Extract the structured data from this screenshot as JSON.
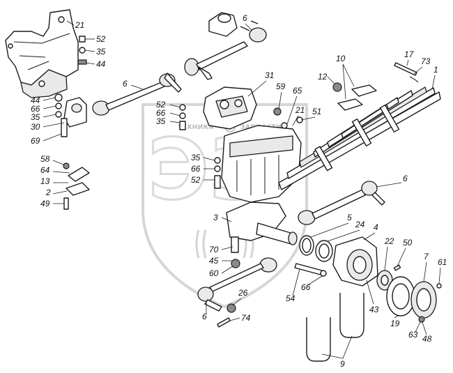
{
  "watermark": {
    "logo_letters": "ЭЗ",
    "line1": "ТЕХНИКА",
    "line2": "ЗАПЧАСТИ"
  },
  "callouts": [
    {
      "id": "c21a",
      "text": "21"
    },
    {
      "id": "c52a",
      "text": "52"
    },
    {
      "id": "c35a",
      "text": "35"
    },
    {
      "id": "c44a",
      "text": "44"
    },
    {
      "id": "c6a",
      "text": "6"
    },
    {
      "id": "c6b",
      "text": "6"
    },
    {
      "id": "c44b",
      "text": "44"
    },
    {
      "id": "c66a",
      "text": "66"
    },
    {
      "id": "c35b",
      "text": "35"
    },
    {
      "id": "c30",
      "text": "30"
    },
    {
      "id": "c69",
      "text": "69"
    },
    {
      "id": "c31",
      "text": "31"
    },
    {
      "id": "c52b",
      "text": "52"
    },
    {
      "id": "c66b",
      "text": "66"
    },
    {
      "id": "c35c",
      "text": "35"
    },
    {
      "id": "c59",
      "text": "59"
    },
    {
      "id": "c65",
      "text": "65"
    },
    {
      "id": "c21b",
      "text": "21"
    },
    {
      "id": "c51",
      "text": "51"
    },
    {
      "id": "c12",
      "text": "12"
    },
    {
      "id": "c10",
      "text": "10"
    },
    {
      "id": "c17",
      "text": "17"
    },
    {
      "id": "c73",
      "text": "73"
    },
    {
      "id": "c1",
      "text": "1"
    },
    {
      "id": "c58",
      "text": "58"
    },
    {
      "id": "c64",
      "text": "64"
    },
    {
      "id": "c13",
      "text": "13"
    },
    {
      "id": "c2",
      "text": "2"
    },
    {
      "id": "c49",
      "text": "49"
    },
    {
      "id": "c35d",
      "text": "35"
    },
    {
      "id": "c66c",
      "text": "66"
    },
    {
      "id": "c52c",
      "text": "52"
    },
    {
      "id": "c6c",
      "text": "6"
    },
    {
      "id": "c5",
      "text": "5"
    },
    {
      "id": "c24",
      "text": "24"
    },
    {
      "id": "c4",
      "text": "4"
    },
    {
      "id": "c3",
      "text": "3"
    },
    {
      "id": "c70",
      "text": "70"
    },
    {
      "id": "c45",
      "text": "45"
    },
    {
      "id": "c60",
      "text": "60"
    },
    {
      "id": "c22",
      "text": "22"
    },
    {
      "id": "c50",
      "text": "50"
    },
    {
      "id": "c7",
      "text": "7"
    },
    {
      "id": "c61",
      "text": "61"
    },
    {
      "id": "c54",
      "text": "54"
    },
    {
      "id": "c66d",
      "text": "66"
    },
    {
      "id": "c43",
      "text": "43"
    },
    {
      "id": "c19",
      "text": "19"
    },
    {
      "id": "c63",
      "text": "63"
    },
    {
      "id": "c48",
      "text": "48"
    },
    {
      "id": "c26",
      "text": "26"
    },
    {
      "id": "c6d",
      "text": "6"
    },
    {
      "id": "c74",
      "text": "74"
    },
    {
      "id": "c9",
      "text": "9"
    }
  ]
}
